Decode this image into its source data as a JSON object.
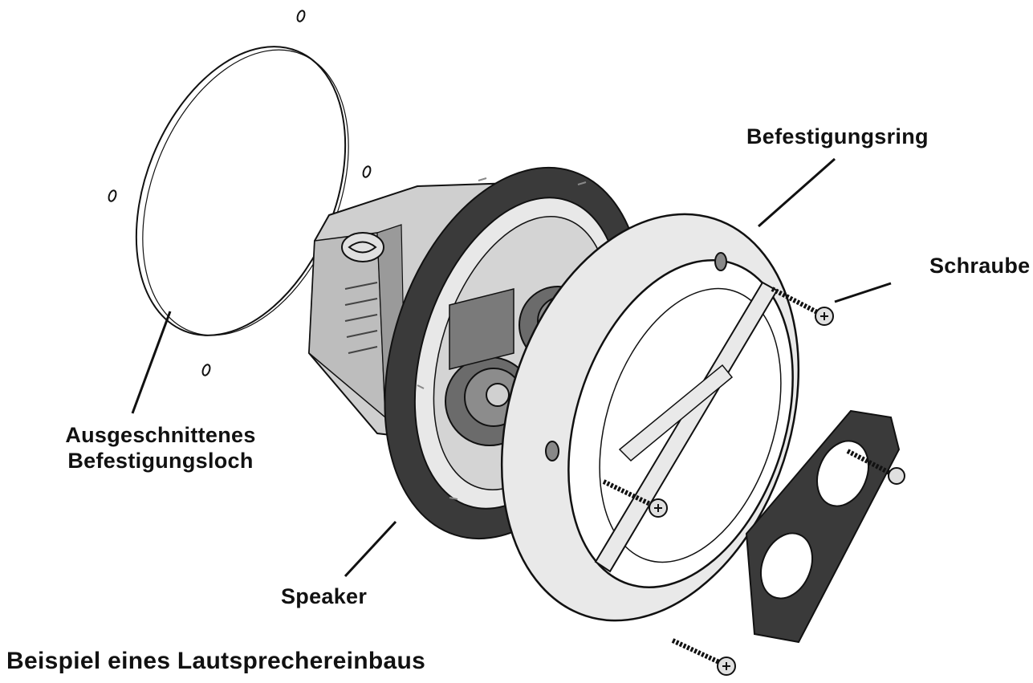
{
  "labels": {
    "mounting_hole_line1": "Ausgeschnittenes",
    "mounting_hole_line2": "Befestigungsloch",
    "mounting_ring": "Befestigungsring",
    "screw": "Schraube",
    "speaker": "Speaker"
  },
  "caption": "Beispiel eines Lautsprechereinbaus",
  "colors": {
    "outline": "#111111",
    "ring_fill": "#e9e9e9",
    "frame_dark": "#3a3a3a",
    "basket_grey": "#bdbdbd"
  }
}
